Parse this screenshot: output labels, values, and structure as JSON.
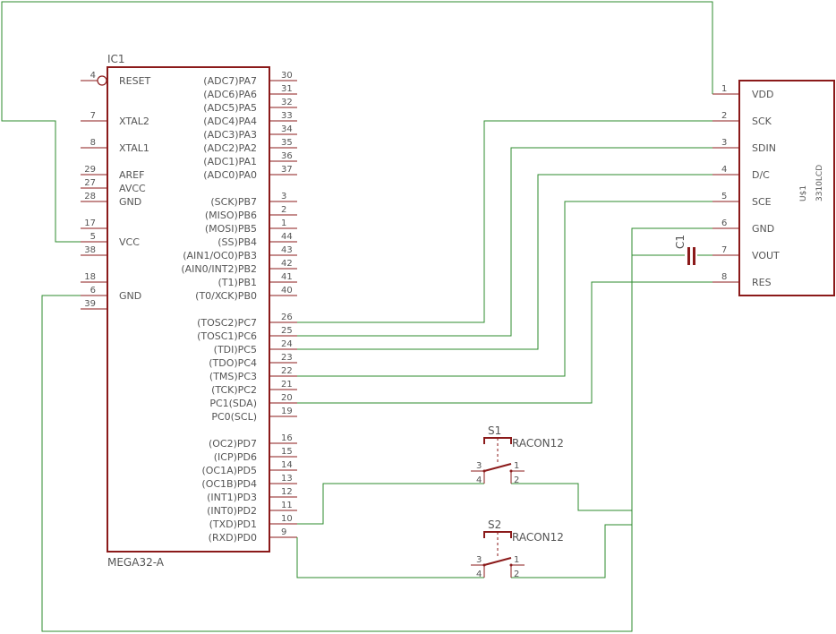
{
  "colors": {
    "wire": "#2e8b2e",
    "part": "#8b1a1a",
    "text": "#555555"
  },
  "ic1": {
    "name": "IC1",
    "value": "MEGA32-A",
    "left_pins": [
      {
        "num": "4",
        "label": "RESET"
      },
      {
        "num": "7",
        "label": "XTAL2"
      },
      {
        "num": "8",
        "label": "XTAL1"
      },
      {
        "num": "29",
        "label": "AREF"
      },
      {
        "num": "27",
        "label": "AVCC"
      },
      {
        "num": "28",
        "label": "GND"
      },
      {
        "num": "17",
        "label": ""
      },
      {
        "num": "5",
        "label": "VCC"
      },
      {
        "num": "38",
        "label": ""
      },
      {
        "num": "18",
        "label": ""
      },
      {
        "num": "6",
        "label": "GND"
      },
      {
        "num": "39",
        "label": ""
      }
    ],
    "right_pins": [
      {
        "num": "30",
        "label": "(ADC7)PA7"
      },
      {
        "num": "31",
        "label": "(ADC6)PA6"
      },
      {
        "num": "32",
        "label": "(ADC5)PA5"
      },
      {
        "num": "33",
        "label": "(ADC4)PA4"
      },
      {
        "num": "34",
        "label": "(ADC3)PA3"
      },
      {
        "num": "35",
        "label": "(ADC2)PA2"
      },
      {
        "num": "36",
        "label": "(ADC1)PA1"
      },
      {
        "num": "37",
        "label": "(ADC0)PA0"
      },
      {
        "num": "3",
        "label": "(SCK)PB7"
      },
      {
        "num": "2",
        "label": "(MISO)PB6"
      },
      {
        "num": "1",
        "label": "(MOSI)PB5"
      },
      {
        "num": "44",
        "label": "(SS)PB4"
      },
      {
        "num": "43",
        "label": "(AIN1/OC0)PB3"
      },
      {
        "num": "42",
        "label": "(AIN0/INT2)PB2"
      },
      {
        "num": "41",
        "label": "(T1)PB1"
      },
      {
        "num": "40",
        "label": "(T0/XCK)PB0"
      },
      {
        "num": "26",
        "label": "(TOSC2)PC7"
      },
      {
        "num": "25",
        "label": "(TOSC1)PC6"
      },
      {
        "num": "24",
        "label": "(TDI)PC5"
      },
      {
        "num": "23",
        "label": "(TDO)PC4"
      },
      {
        "num": "22",
        "label": "(TMS)PC3"
      },
      {
        "num": "21",
        "label": "(TCK)PC2"
      },
      {
        "num": "20",
        "label": "PC1(SDA)"
      },
      {
        "num": "19",
        "label": "PC0(SCL)"
      },
      {
        "num": "16",
        "label": "(OC2)PD7"
      },
      {
        "num": "15",
        "label": "(ICP)PD6"
      },
      {
        "num": "14",
        "label": "(OC1A)PD5"
      },
      {
        "num": "13",
        "label": "(OC1B)PD4"
      },
      {
        "num": "12",
        "label": "(INT1)PD3"
      },
      {
        "num": "11",
        "label": "(INT0)PD2"
      },
      {
        "num": "10",
        "label": "(TXD)PD1"
      },
      {
        "num": "9",
        "label": "(RXD)PD0"
      }
    ]
  },
  "lcd": {
    "name": "U$1",
    "value": "3310LCD",
    "pins": [
      {
        "num": "1",
        "label": "VDD"
      },
      {
        "num": "2",
        "label": "SCK"
      },
      {
        "num": "3",
        "label": "SDIN"
      },
      {
        "num": "4",
        "label": "D/C"
      },
      {
        "num": "5",
        "label": "SCE"
      },
      {
        "num": "6",
        "label": "GND"
      },
      {
        "num": "7",
        "label": "VOUT"
      },
      {
        "num": "8",
        "label": "RES"
      }
    ]
  },
  "c1": {
    "name": "C1"
  },
  "s1": {
    "name": "S1",
    "value": "RACON12",
    "pins": [
      "3",
      "1",
      "4",
      "2"
    ]
  },
  "s2": {
    "name": "S2",
    "value": "RACON12",
    "pins": [
      "3",
      "1",
      "4",
      "2"
    ]
  }
}
